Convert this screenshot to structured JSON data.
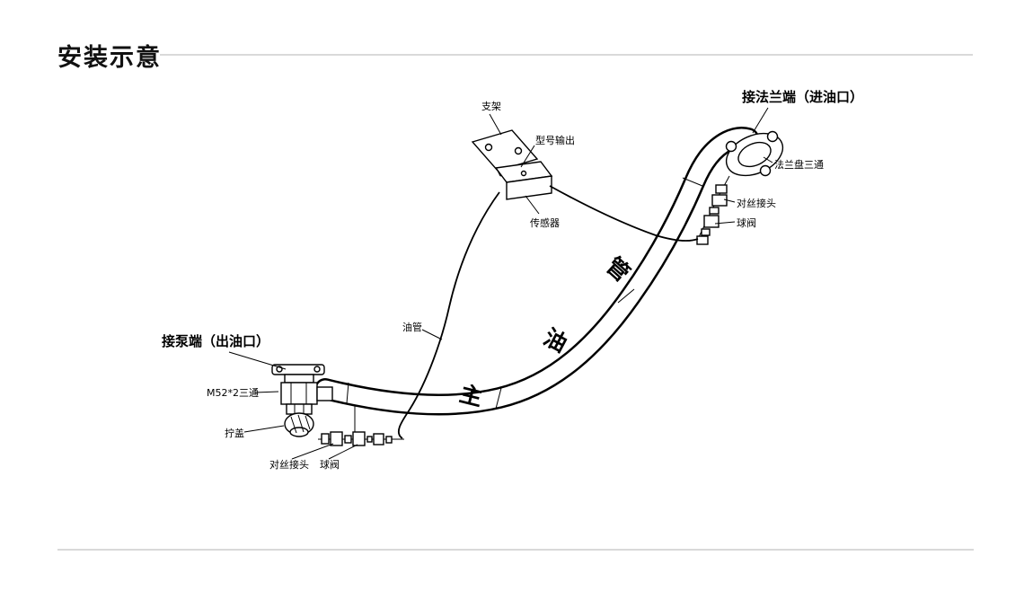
{
  "page": {
    "title": "安装示意"
  },
  "diagram": {
    "callouts": {
      "bracket": "支架",
      "model_output": "型号输出",
      "sensor": "传感器",
      "flange_end": "接法兰端（进油口）",
      "flange_tee": "法兰盘三通",
      "threaded_joint_right": "对丝接头",
      "ball_valve_right": "球阀",
      "oil_pipe": "油管",
      "pump_end": "接泵端（出油口）",
      "m52_tee": "M52*2三通",
      "screw_cap": "拧盖",
      "threaded_joint_left": "对丝接头",
      "ball_valve_left": "球阀"
    },
    "main_pipe_text": [
      "主",
      "油",
      "管"
    ]
  }
}
